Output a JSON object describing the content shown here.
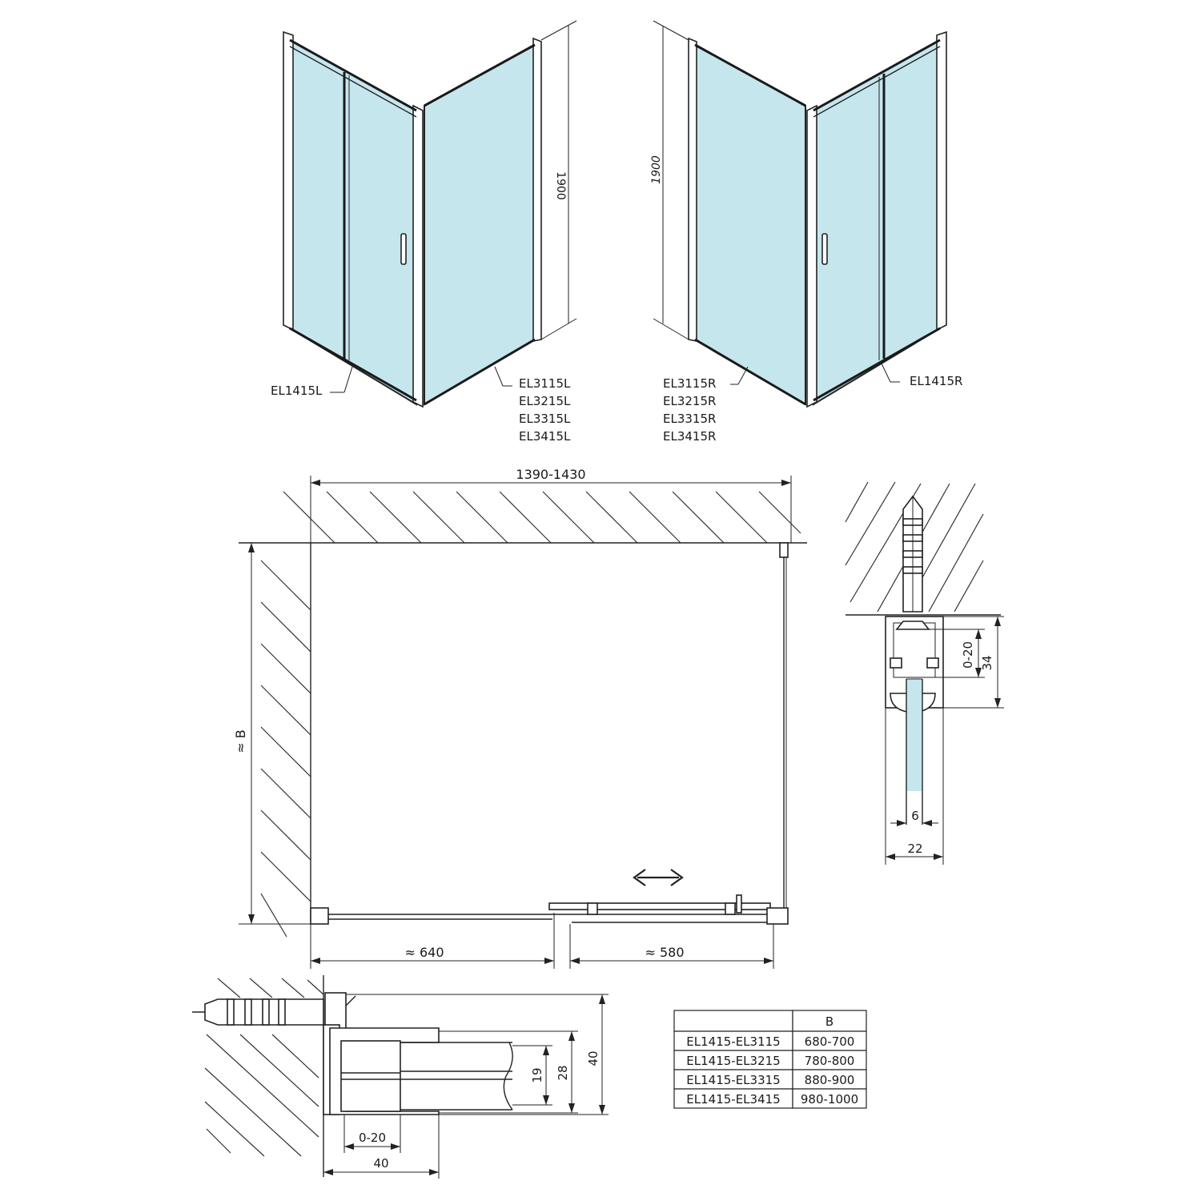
{
  "perspective_left": {
    "height_label": "1900",
    "door_label": "EL1415L",
    "panel_labels": [
      "EL3115L",
      "EL3215L",
      "EL3315L",
      "EL3415L"
    ]
  },
  "perspective_right": {
    "height_label": "1900",
    "door_label": "EL1415R",
    "panel_labels": [
      "EL3115R",
      "EL3215R",
      "EL3315R",
      "EL3415R"
    ]
  },
  "plan": {
    "width_label": "1390-1430",
    "depth_label": "≈ B",
    "left_segment_label": "≈ 640",
    "right_segment_label": "≈ 580"
  },
  "wall_profile_detail": {
    "adjust_label": "0-20",
    "height_label": "34",
    "glass_label": "6",
    "width_label": "22"
  },
  "floor_profile_detail": {
    "label_19": "19",
    "label_28": "28",
    "label_40v": "40",
    "adjust_label": "0-20",
    "label_40h": "40"
  },
  "size_table": {
    "header": [
      "",
      "B"
    ],
    "rows": [
      [
        "EL1415-EL3115",
        "680-700"
      ],
      [
        "EL1415-EL3215",
        "780-800"
      ],
      [
        "EL1415-EL3315",
        "880-900"
      ],
      [
        "EL1415-EL3415",
        "980-1000"
      ]
    ]
  },
  "colors": {
    "glass": "#c6e6ee",
    "line": "#222222"
  }
}
